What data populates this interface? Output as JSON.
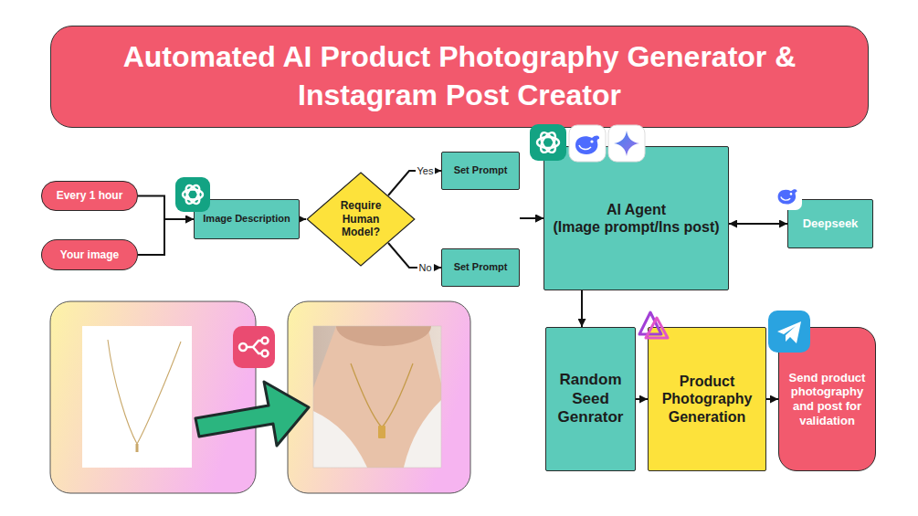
{
  "diagram": {
    "title": "Automated AI Product Photography Generator & Instagram Post Creator",
    "nodes": [
      {
        "text": [
          "Every 1 hour"
        ]
      },
      {
        "text": [
          "Your image"
        ]
      },
      {
        "text": [
          "Image Description"
        ]
      },
      {
        "text": [
          "Require Human Model?"
        ]
      },
      {
        "text": [
          "Set Prompt"
        ]
      },
      {
        "text": [
          "Set Prompt"
        ]
      },
      {
        "text": [
          "AI Agent",
          "(Image prompt/Ins post)"
        ]
      },
      {
        "text": [
          "Deepseek"
        ]
      },
      {
        "text": [
          "Random Seed Genrator"
        ]
      },
      {
        "text": [
          "Product Photography Generation"
        ]
      },
      {
        "text": [
          "Send product photography and post for validation"
        ]
      }
    ],
    "edges": [
      {
        "from": 0,
        "to": 2,
        "arrow": "to"
      },
      {
        "from": 1,
        "to": 2,
        "arrow": "to"
      },
      {
        "from": 2,
        "to": 3,
        "arrow": "to"
      },
      {
        "from": 3,
        "to": 4,
        "label": "Yes",
        "arrow": "to"
      },
      {
        "from": 3,
        "to": 5,
        "label": "No",
        "arrow": "to"
      },
      {
        "from": 4,
        "to": 6,
        "arrow": "to"
      },
      {
        "from": 5,
        "to": 6,
        "arrow": "to"
      },
      {
        "from": 6,
        "to": 7,
        "arrow": "both"
      },
      {
        "from": 6,
        "to": 8,
        "arrow": "to"
      },
      {
        "from": 8,
        "to": 9,
        "arrow": "to"
      },
      {
        "from": 9,
        "to": 10,
        "arrow": "to"
      }
    ]
  }
}
